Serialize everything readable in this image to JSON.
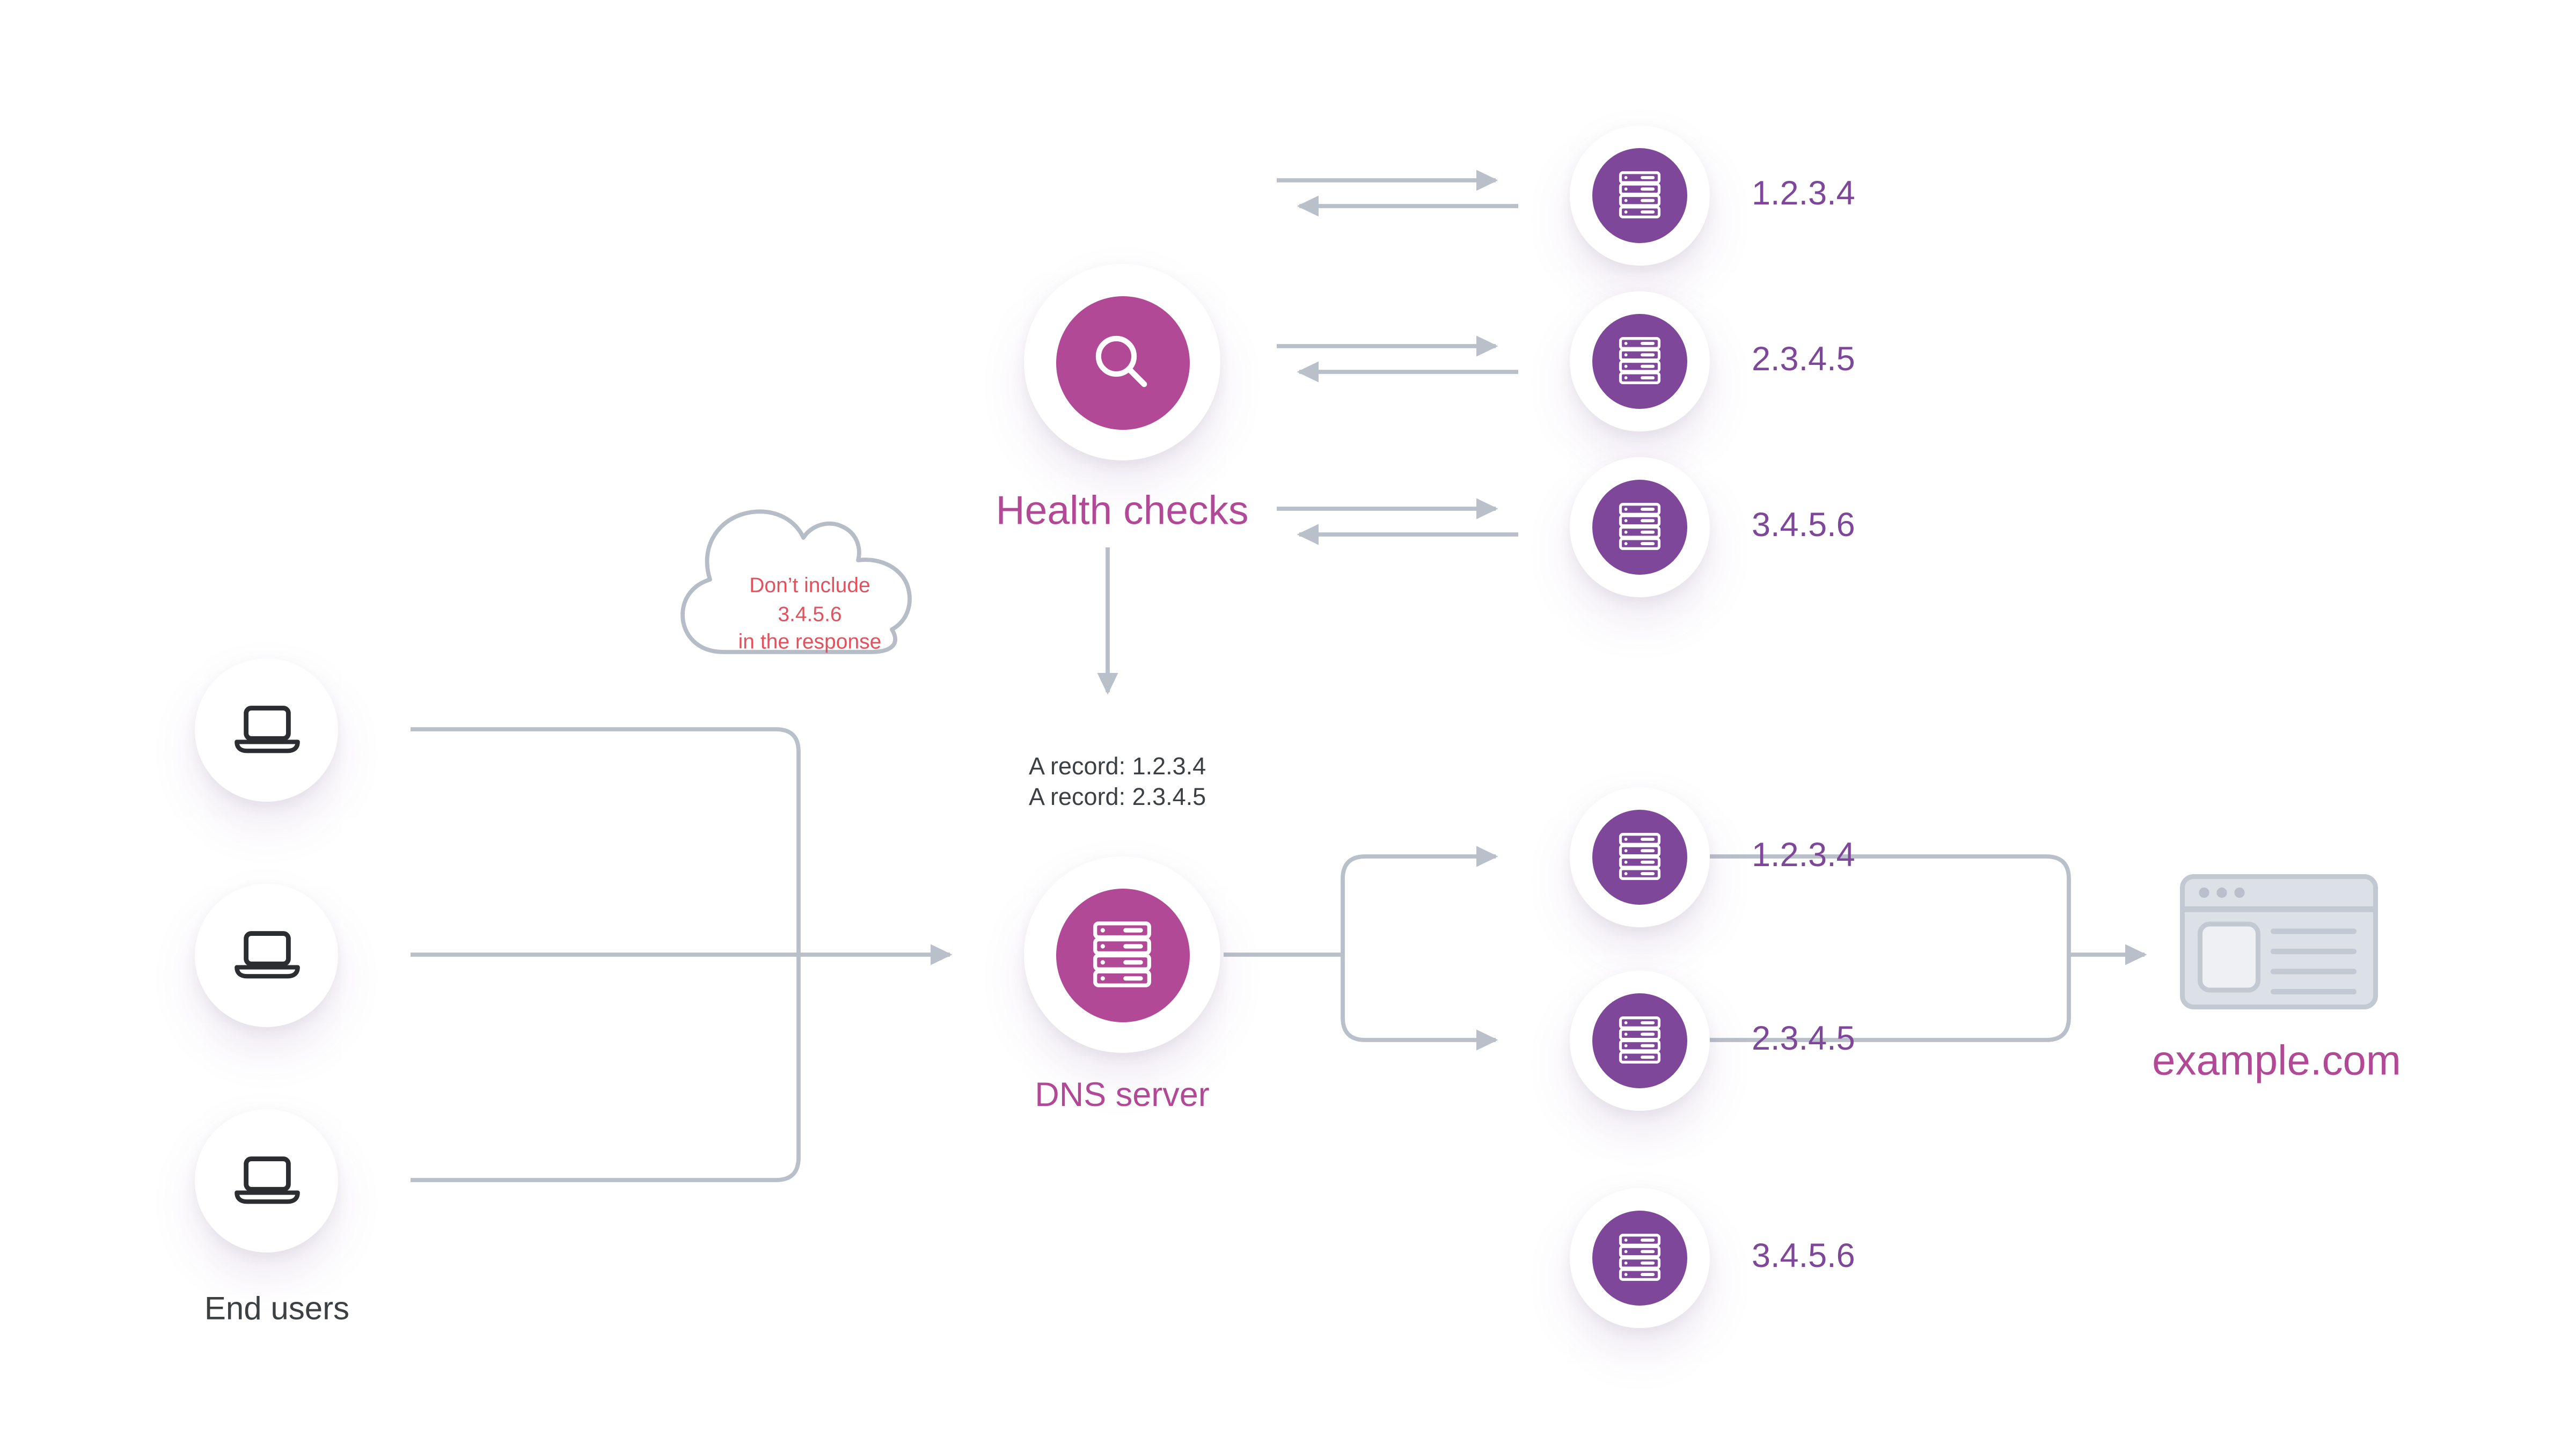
{
  "nodes": {
    "health_checks": {
      "label": "Health checks",
      "icon": "magnifier-icon",
      "color": "#b24996"
    },
    "dns_server": {
      "label": "DNS server",
      "icon": "server-icon",
      "color": "#b24996"
    },
    "end_users": {
      "label": "End users",
      "icon": "laptop-icon"
    },
    "website": {
      "label": "example.com",
      "icon": "browser-window-icon",
      "color": "#b24996"
    }
  },
  "health_checked_servers": [
    {
      "ip": "1.2.3.4",
      "icon": "server-icon"
    },
    {
      "ip": "2.3.4.5",
      "icon": "server-icon"
    },
    {
      "ip": "3.4.5.6",
      "icon": "server-icon"
    }
  ],
  "resolved_servers": [
    {
      "ip": "1.2.3.4",
      "icon": "server-icon"
    },
    {
      "ip": "2.3.4.5",
      "icon": "server-icon"
    }
  ],
  "excluded_server": {
    "ip": "3.4.5.6",
    "icon": "server-icon"
  },
  "dns_response": {
    "line1": "A record: 1.2.3.4",
    "line2": "A record: 2.3.4.5"
  },
  "cloud_note": {
    "line1": "Don’t include",
    "line2": "3.4.5.6",
    "line3": "in the response"
  },
  "colors": {
    "magenta": "#b24996",
    "purple": "#7e4799",
    "line_gray": "#b9c0ca",
    "note_red": "#e4505c",
    "text_dark": "#3c4043",
    "browser_gray": "#dce0e7"
  }
}
